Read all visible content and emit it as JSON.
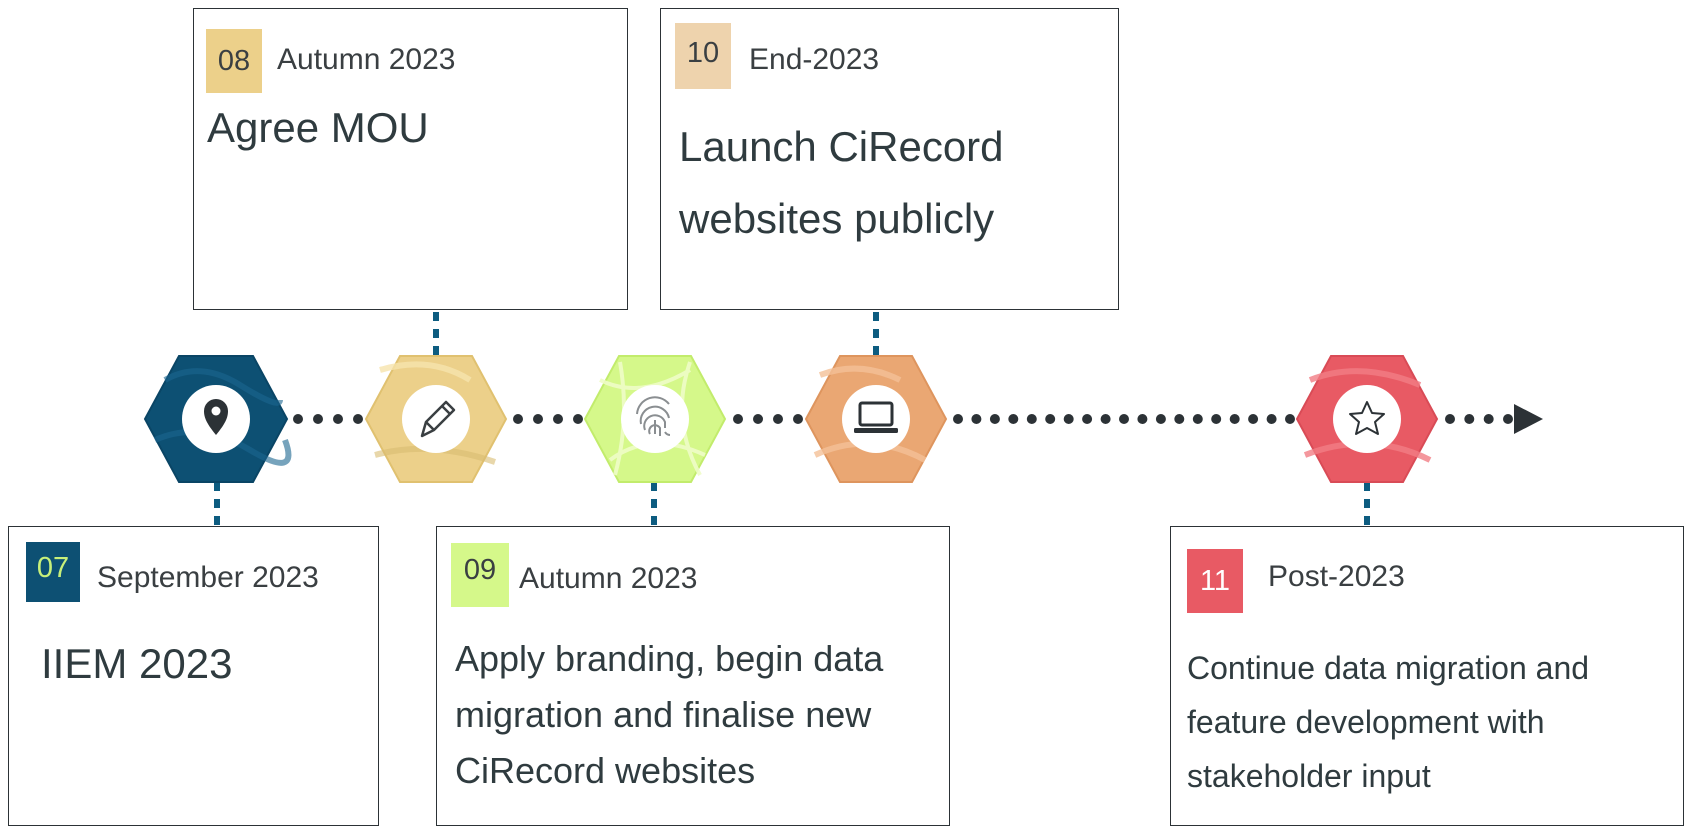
{
  "milestones": [
    {
      "number": "07",
      "date": "September 2023",
      "title": "IIEM 2023",
      "color": "#0d5073",
      "badge_text_color": "#c8f07a",
      "icon": "map-pin-icon"
    },
    {
      "number": "08",
      "date": "Autumn 2023",
      "title": "Agree MOU",
      "color": "#ecd08a",
      "badge_text_color": "#3a3f42",
      "icon": "pencil-icon"
    },
    {
      "number": "09",
      "date": "Autumn 2023",
      "title": "Apply branding, begin data migration and finalise new CiRecord websites",
      "color": "#d5f88a",
      "badge_text_color": "#3a3f42",
      "icon": "fingerprint-icon"
    },
    {
      "number": "10",
      "date": "End-2023",
      "title": "Launch CiRecord websites publicly",
      "color": "#eed3ad",
      "hex_color": "#eaa773",
      "badge_text_color": "#3a3f42",
      "icon": "laptop-icon"
    },
    {
      "number": "11",
      "date": "Post-2023",
      "title": "Continue data migration and feature development with stakeholder input",
      "color": "#e85a64",
      "badge_text_color": "#ffffff",
      "icon": "star-icon"
    }
  ],
  "timeline": {
    "line_color": "#2c3236",
    "connector_color": "#0d5c80"
  }
}
